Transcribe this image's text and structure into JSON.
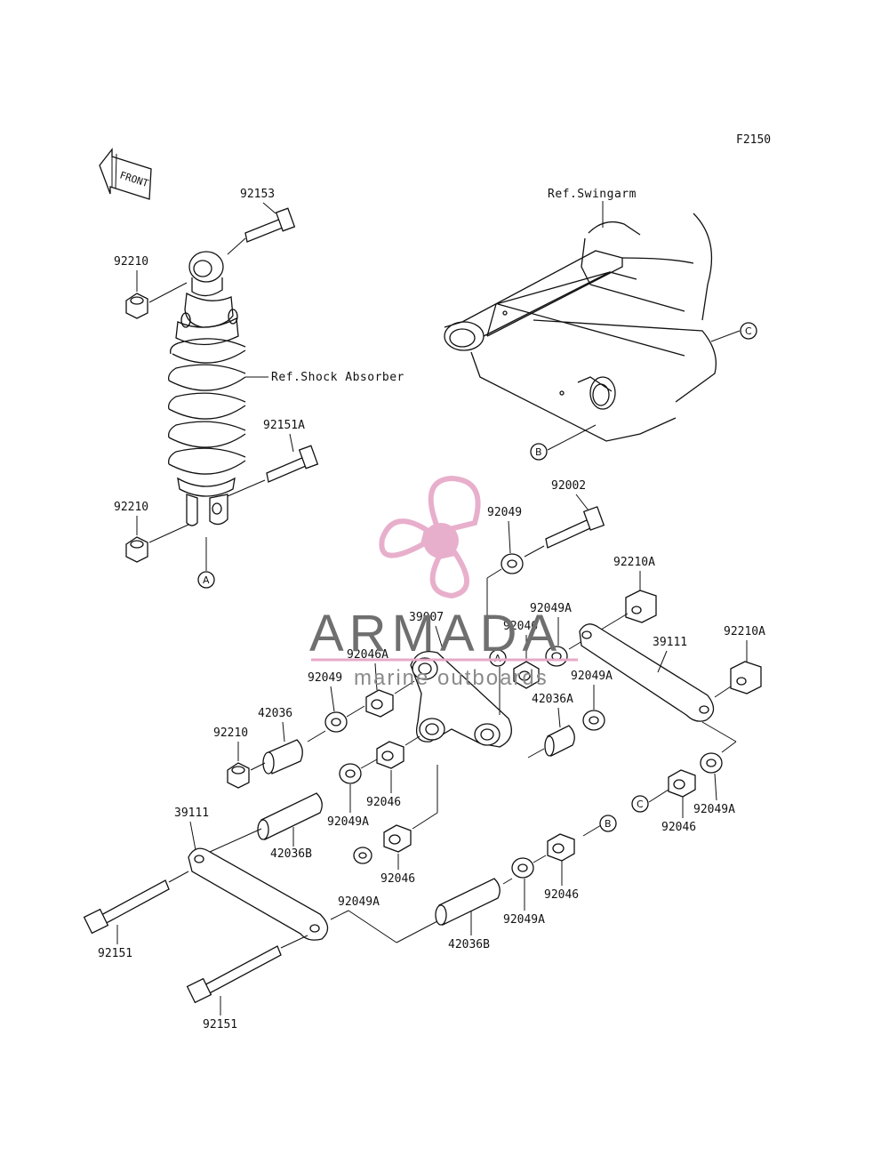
{
  "diagram": {
    "code": "F2150",
    "front_label": "FRONT",
    "refs": {
      "swingarm": "Ref.Swingarm",
      "shock": "Ref.Shock Absorber"
    },
    "callouts": {
      "a": "A",
      "b": "B",
      "c": "C"
    },
    "parts": {
      "p92153": "92153",
      "p92210_top": "92210",
      "p92151A": "92151A",
      "p92210_mid": "92210",
      "p92002": "92002",
      "p92049_top": "92049",
      "p92210A_1": "92210A",
      "p92049A_1": "92049A",
      "p39007": "39007",
      "p92046_1": "92046",
      "p92046A": "92046A",
      "p39111_right": "39111",
      "p92210A_2": "92210A",
      "p92049_left": "92049",
      "p92049A_2": "92049A",
      "p42036": "42036",
      "p42036A": "42036A",
      "p92210_low": "92210",
      "p92046_2": "92046",
      "p92049A_3": "92049A",
      "p92046_3": "92046",
      "p92049A_4": "92049A",
      "p39111_left": "39111",
      "p42036B_1": "42036B",
      "p92046_4": "92046",
      "p92046_5": "92046",
      "p92049A_5": "92049A",
      "p92049A_6": "92049A",
      "p42036B_2": "42036B",
      "p92151_1": "92151",
      "p92151_2": "92151"
    }
  },
  "watermark": {
    "brand": "ARMADA",
    "tagline": "marine outboards",
    "color_logo": "#e7a9c8",
    "color_text": "#707070"
  }
}
